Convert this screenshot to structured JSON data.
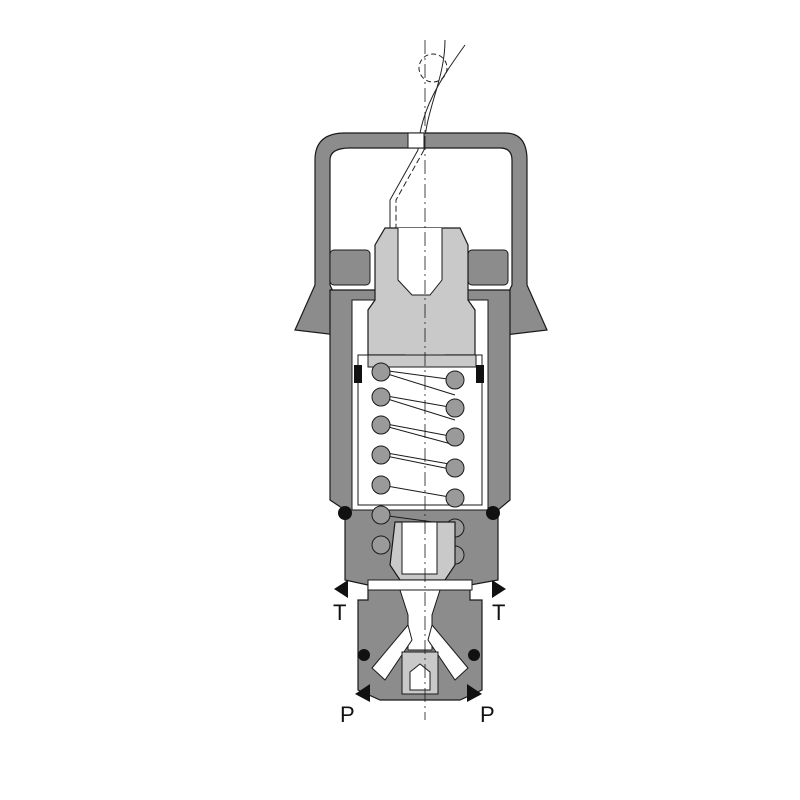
{
  "diagram": {
    "ports": {
      "t_left": "T",
      "t_right": "T",
      "p_left": "P",
      "p_right": "P"
    },
    "colors": {
      "dark_part": "#8c8c8c",
      "light_part": "#c9c9c9",
      "line": "#1a1a1a"
    }
  }
}
